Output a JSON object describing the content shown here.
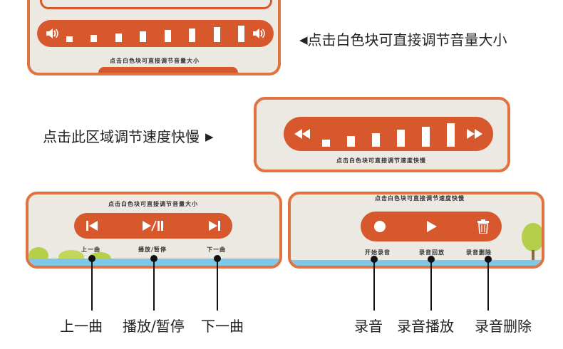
{
  "volume_panel": {
    "caption": "点击白色块可直接调节音量大小",
    "callout": "点击白色块可直接调节音量大小",
    "levels": [
      1,
      2,
      3,
      4,
      5,
      6,
      7,
      8
    ],
    "icon_left": "speaker-icon",
    "icon_right": "speaker-icon"
  },
  "speed_panel": {
    "caption": "点击白色块可直接调节速度快慢",
    "callout": "点击此区域调节速度快慢",
    "levels": [
      1,
      2,
      3,
      4,
      5,
      6
    ],
    "icon_left": "rewind-icon",
    "icon_right": "fast-forward-icon"
  },
  "playback_panel": {
    "caption": "点击白色块可直接调节音量大小",
    "buttons": [
      {
        "icon": "previous-track-icon",
        "label": "上一曲",
        "callout": "上一曲"
      },
      {
        "icon": "play-pause-icon",
        "label": "播放/暂停",
        "callout": "播放/暂停"
      },
      {
        "icon": "next-track-icon",
        "label": "下一曲",
        "callout": "下一曲"
      }
    ]
  },
  "record_panel": {
    "caption": "点击白色块可直接调节速度快慢",
    "buttons": [
      {
        "icon": "record-icon",
        "label": "开始录音",
        "callout": "录音"
      },
      {
        "icon": "play-icon",
        "label": "录音回放",
        "callout": "录音播放"
      },
      {
        "icon": "trash-icon",
        "label": "录音删除",
        "callout": "录音删除"
      }
    ]
  },
  "colors": {
    "accent": "#d8582d",
    "border": "#e0733f",
    "panel_bg": "#ece9e3"
  }
}
